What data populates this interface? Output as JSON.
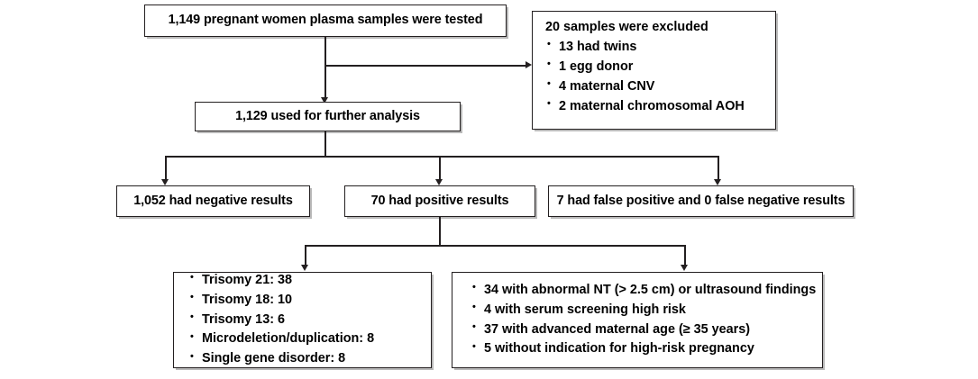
{
  "figure": {
    "type": "flowchart",
    "orientation": "top-down",
    "accent_color": "#231f20",
    "background_color": "#ffffff"
  },
  "nodes": {
    "total_tested": {
      "label": "1,149 pregnant women plasma samples were tested"
    },
    "excluded": {
      "heading": "20 samples were excluded",
      "items": [
        "13 had twins",
        "1 egg donor",
        "4 maternal CNV",
        "2 maternal chromosomal AOH"
      ]
    },
    "analyzed": {
      "label": "1,129 used for further analysis"
    },
    "negative": {
      "label": "1,052 had negative results"
    },
    "positive": {
      "label": "70 had positive results"
    },
    "false_results": {
      "label": "7 had false positive and 0 false negative results"
    },
    "positive_breakdown": {
      "items": [
        "Trisomy 21:  38",
        "Trisomy 18:  10",
        "Trisomy 13:  6",
        "Microdeletion/duplication:  8",
        "Single gene disorder:  8"
      ]
    },
    "indications": {
      "items": [
        "34 with abnormal NT (> 2.5 cm) or ultrasound findings",
        "4 with serum screening high risk",
        "37 with advanced maternal age (≥ 35 years)",
        "5 without indication for high-risk pregnancy"
      ]
    }
  }
}
